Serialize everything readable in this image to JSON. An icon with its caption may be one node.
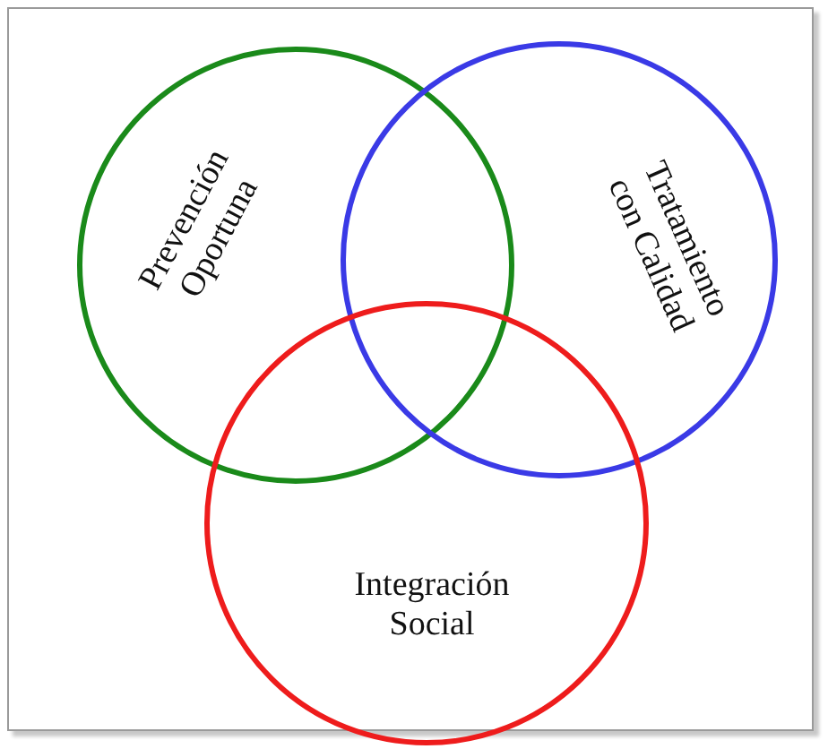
{
  "diagram": {
    "nodes": [
      {
        "text": [
          "Prevención Oportuna"
        ]
      },
      {
        "text": [
          "Tratamiento con Calidad"
        ]
      },
      {
        "text": [
          "Integración Social"
        ]
      }
    ]
  }
}
